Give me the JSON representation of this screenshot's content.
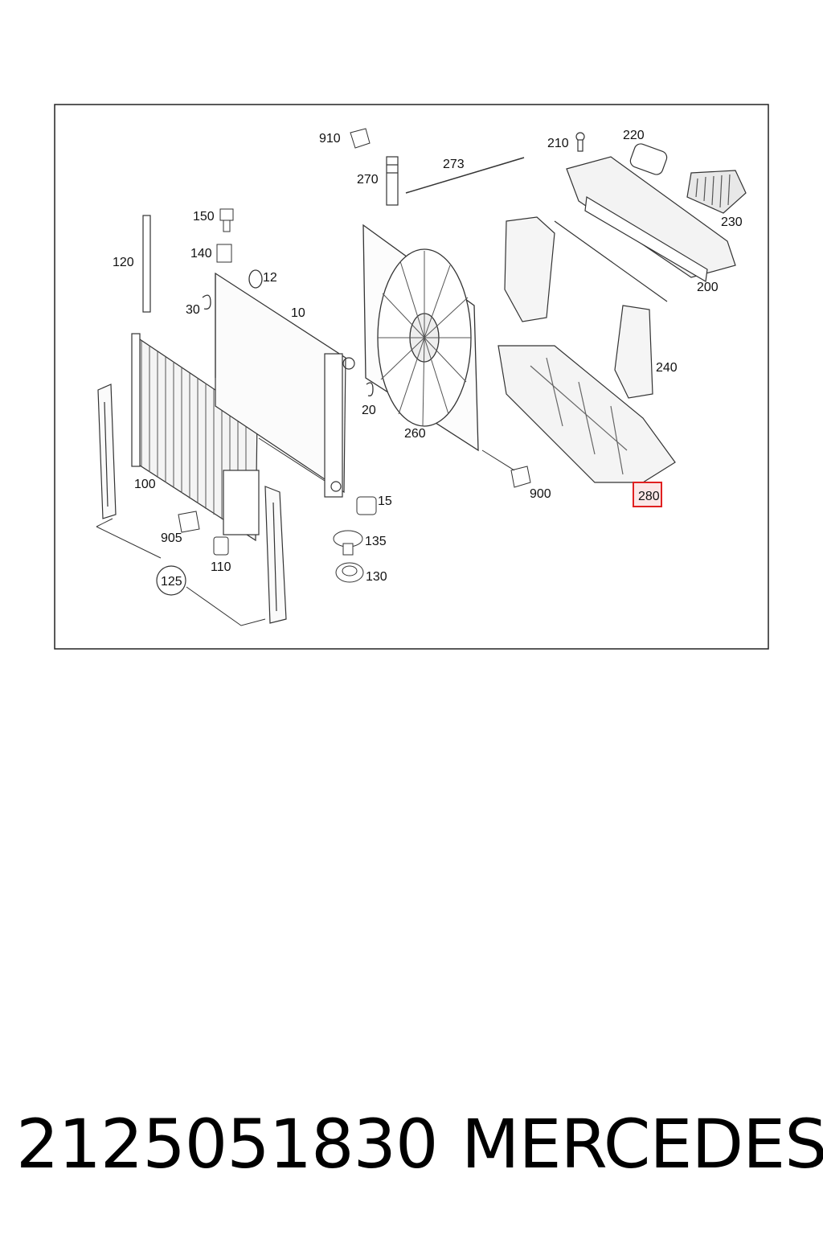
{
  "labels": {
    "p910": "910",
    "p270": "270",
    "p273": "273",
    "p210": "210",
    "p220": "220",
    "p230": "230",
    "p200": "200",
    "p150": "150",
    "p140": "140",
    "p12": "12",
    "p120": "120",
    "p30": "30",
    "p10": "10",
    "p240": "240",
    "p20": "20",
    "p260": "260",
    "p100": "100",
    "p900": "900",
    "p280": "280",
    "p15": "15",
    "p905": "905",
    "p135": "135",
    "p110": "110",
    "p130": "130",
    "p125": "125"
  },
  "highlight": {
    "label": "280",
    "color": "#e02020"
  },
  "caption": {
    "part_number": "2125051830",
    "brand": "MERCEDES"
  }
}
